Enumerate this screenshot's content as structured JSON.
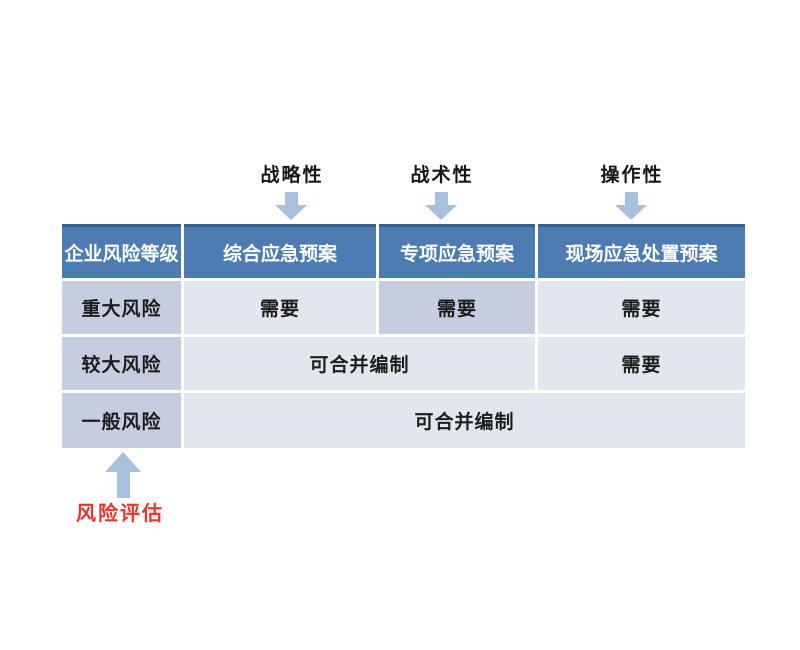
{
  "top_labels": [
    {
      "label": "战略性"
    },
    {
      "label": "战术性"
    },
    {
      "label": "操作性"
    }
  ],
  "table": {
    "headers": [
      "企业风险等级",
      "综合应急预案",
      "专项应急预案",
      "现场应急处置预案"
    ],
    "rows": [
      {
        "level": "重大风险",
        "cells": [
          {
            "text": "需要"
          },
          {
            "text": "需要"
          },
          {
            "text": "需要"
          }
        ]
      },
      {
        "level": "较大风险",
        "cells": [
          {
            "text": "可合并编制"
          },
          {
            "text": "需要"
          }
        ]
      },
      {
        "level": "一般风险",
        "cells": [
          {
            "text": "可合并编制"
          }
        ]
      }
    ]
  },
  "bottom_label": "风险评估",
  "colors": {
    "header_bg": "#4d7cb3",
    "header_top_border": "#37608f",
    "header_text": "#ffffff",
    "dark_cell_bg": "#c5cdde",
    "light_cell_bg": "#e2e6ee",
    "cell_text": "#1d1d1d",
    "arrow_fill": "#a7c0dd",
    "bottom_label_text": "#e8342c",
    "top_label_text": "#171717",
    "background": "#ffffff"
  }
}
